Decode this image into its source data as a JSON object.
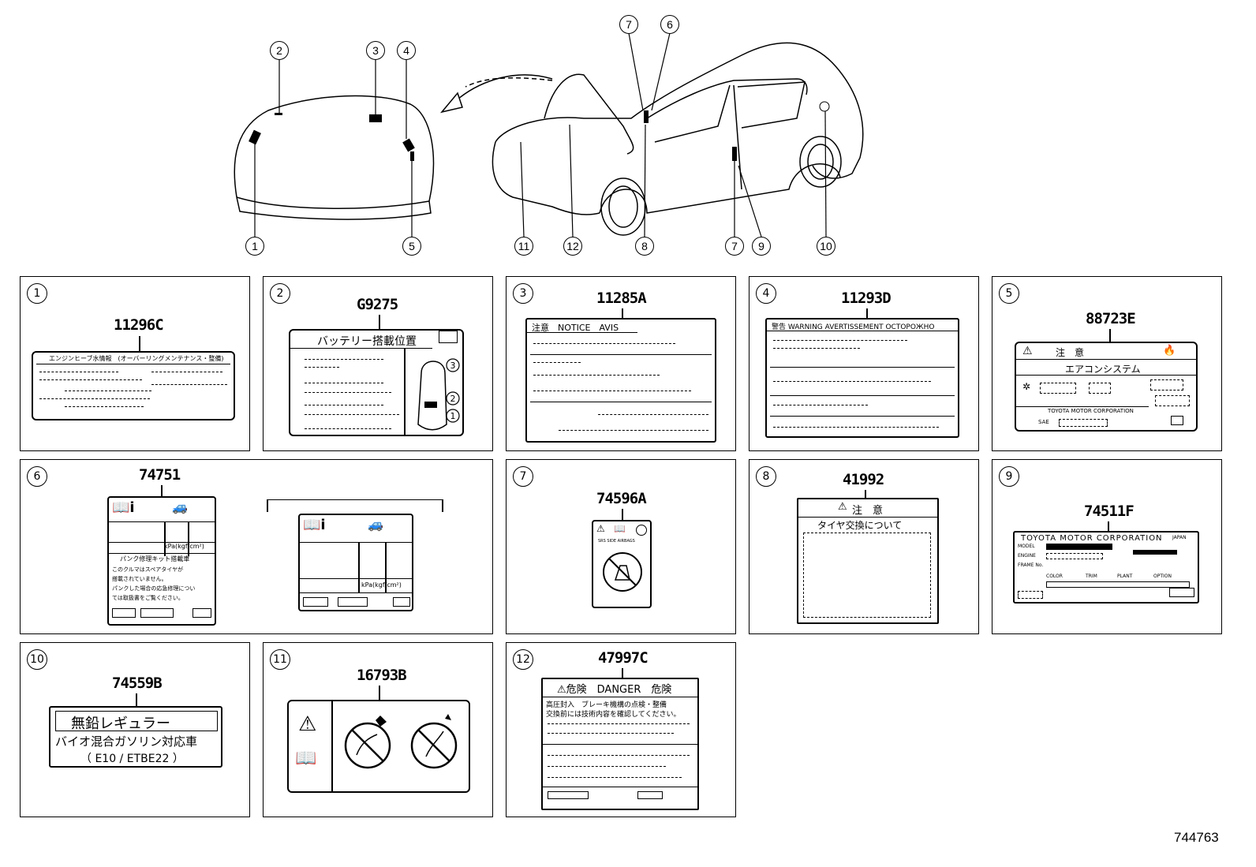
{
  "overview": {
    "hood_callouts": [
      "2",
      "3",
      "4",
      "1",
      "5"
    ],
    "car_callouts": [
      "7",
      "6",
      "11",
      "12",
      "8",
      "7",
      "9",
      "10"
    ]
  },
  "panels": [
    {
      "num": "1",
      "part": "11296C",
      "header": "エンジンヒーブ水情報　(オーバーリングメンテナンス・整備)"
    },
    {
      "num": "2",
      "part": "G9275",
      "title": "バッテリー搭載位置",
      "marks": [
        "1",
        "2",
        "3"
      ]
    },
    {
      "num": "3",
      "part": "11285A",
      "header": "注意　NOTICE　AVIS"
    },
    {
      "num": "4",
      "part": "11293D",
      "header": "警告 WARNING AVERTISSEMENT ОСТОРОЖНО"
    },
    {
      "num": "5",
      "part": "88723E",
      "header": "注　意",
      "subtitle": "エアコンシステム",
      "maker": "TOYOTA MOTOR CORPORATION",
      "sae": "SAE"
    },
    {
      "num": "6",
      "part": "74751",
      "unit": "kPa(kgf/cm²)",
      "kit_title": "パンク修理キット搭載車",
      "kit_text": [
        "このクルマはスペアタイヤが",
        "搭載されていません。",
        "パンクした場合の応急修理につい",
        "ては取扱書をご覧ください。"
      ]
    },
    {
      "num": "7",
      "part": "74596A",
      "sub": "SRS SIDE AIRBAGS"
    },
    {
      "num": "8",
      "part": "41992",
      "header": "注　意",
      "subtitle": "タイヤ交換について"
    },
    {
      "num": "9",
      "part": "74511F",
      "maker": "TOYOTA MOTOR CORPORATION",
      "country": "JAPAN",
      "fields": [
        "MODEL",
        "ENGINE",
        "FRAME No."
      ],
      "cols": [
        "COLOR",
        "TRIM",
        "PLANT",
        "OPTION"
      ]
    },
    {
      "num": "10",
      "part": "74559B",
      "line1": "無鉛レギュラー",
      "line2": "バイオ混合ガソリン対応車",
      "line3": "（ E10 / ETBE22 ）"
    },
    {
      "num": "11",
      "part": "16793B"
    },
    {
      "num": "12",
      "part": "47997C",
      "header": "⚠危険　DANGER　危険",
      "text1": "高圧封入　ブレーキ機構の点検・整備",
      "text2": "交換前には技術内容を確認してください。"
    }
  ],
  "diagram_id": "744763",
  "colors": {
    "line": "#000000",
    "bg": "#ffffff"
  }
}
